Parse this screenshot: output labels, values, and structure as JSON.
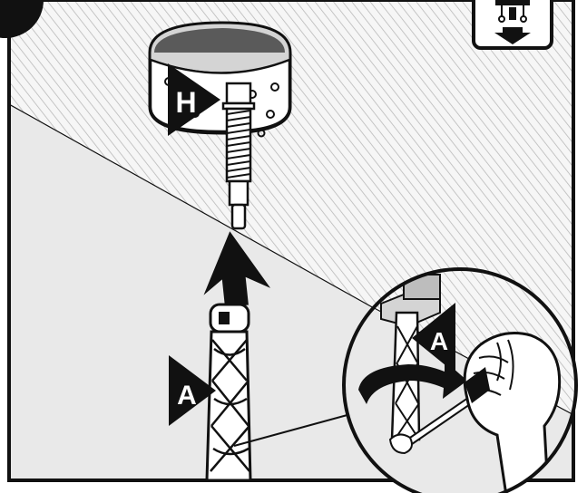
{
  "figure": {
    "callouts": {
      "main_top": "H",
      "main_bottom": "A",
      "inset": "A"
    },
    "icons": {
      "step_marker": "step-number-circle",
      "header_icon": "ceiling-mount-down-arrow-icon",
      "push_up_arrow": "up-arrow-icon",
      "rotate_arrow": "rotation-arrow-icon"
    },
    "colors": {
      "ink": "#111111",
      "ceiling_hatch": "#bdbdbd",
      "wall_fill": "#e9e9e9",
      "hardware_fill": "#ffffff"
    }
  }
}
